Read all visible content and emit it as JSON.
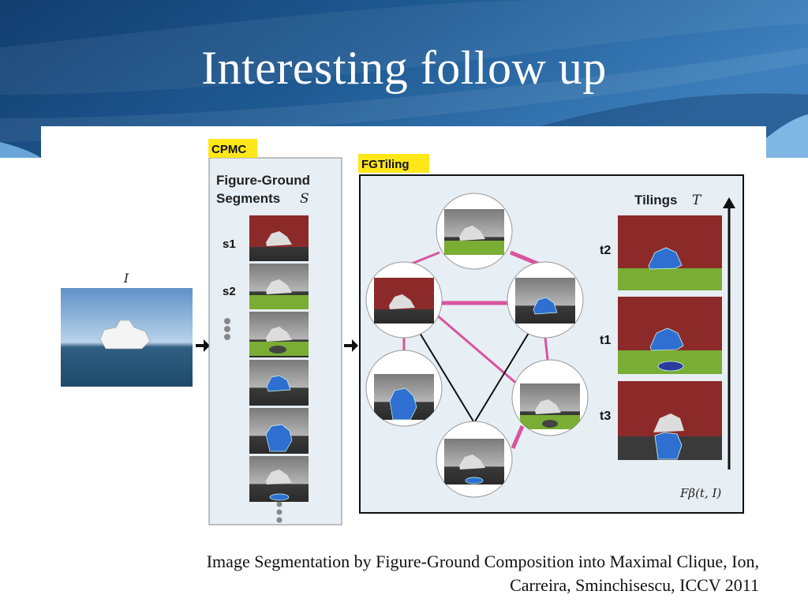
{
  "slide": {
    "title": "Interesting follow up",
    "caption_line1": "Image Segmentation by Figure-Ground Composition into Maximal Clique, Ion,",
    "caption_line2": "Carreira, Sminchisescu, ICCV 2011"
  },
  "figure": {
    "input_label": "I",
    "cpmc_label": "CPMC",
    "fgtiling_label": "FGTiling",
    "segments_title_line1": "Figure-Ground",
    "segments_title_line2": "Segments",
    "segments_symbol": "S",
    "segment_labels": [
      "s1",
      "s2"
    ],
    "tilings_title": "Tilings",
    "tilings_symbol": "T",
    "tiling_labels": [
      "t2",
      "t1",
      "t3"
    ],
    "score_label": "Fβ(t, I)",
    "colors": {
      "header_dark": "#0f3a6a",
      "header_mid": "#2a6aa3",
      "label_highlight": "#ffe71a",
      "panel_bg": "#e7eef4",
      "edge_pink": "#d9549f",
      "edge_black": "#111111",
      "figure_red": "#8c2a2a",
      "ground_green": "#79ad34",
      "segment_blue": "#2f6fd1"
    }
  }
}
